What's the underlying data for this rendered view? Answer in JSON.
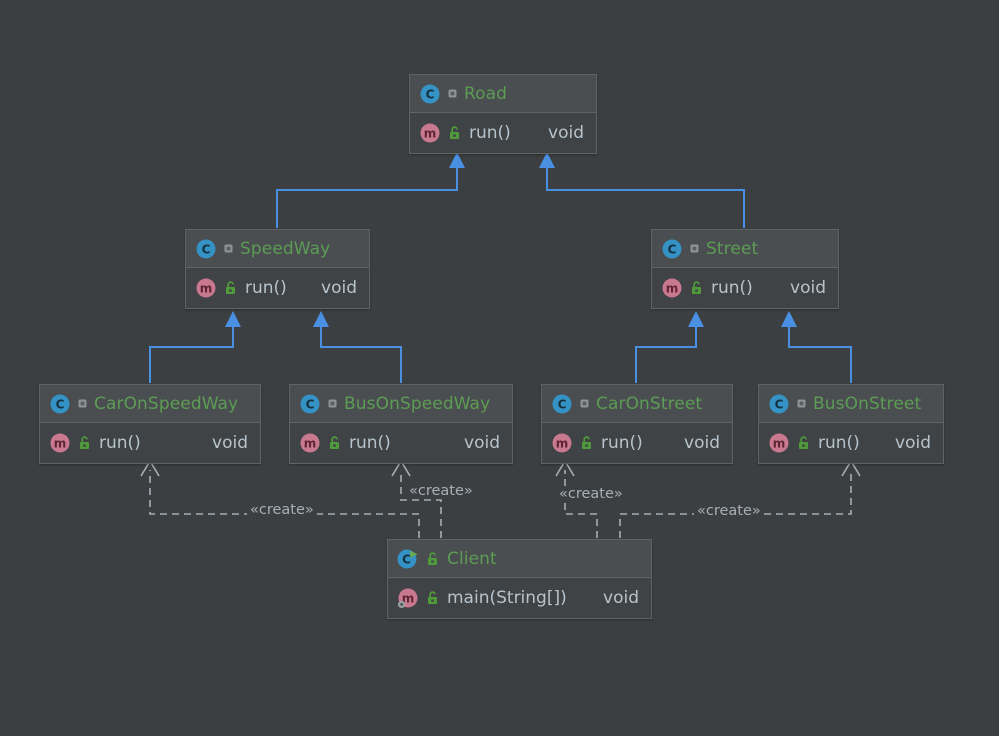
{
  "diagram": {
    "kind": "uml-class-diagram",
    "background_color": "#3c3f41",
    "box_header_color": "#4a4e50",
    "box_body_color": "#3f4345",
    "box_border_color": "#5e6366",
    "class_name_color": "#5c9c54",
    "member_text_color": "#b7c3cc",
    "inheritance_color": "#4a90e2",
    "dependency_color": "#a7afb5",
    "classes": [
      {
        "id": "road",
        "name": "Road",
        "icon": "class-icon",
        "marker": "abstract-dot-icon",
        "members": [
          {
            "icon": "method-icon",
            "visibility": "public-unlocked-icon",
            "signature": "run()",
            "type": "void"
          }
        ]
      },
      {
        "id": "speedway",
        "name": "SpeedWay",
        "icon": "class-icon",
        "marker": "abstract-dot-icon",
        "members": [
          {
            "icon": "method-icon",
            "visibility": "public-unlocked-icon",
            "signature": "run()",
            "type": "void"
          }
        ]
      },
      {
        "id": "street",
        "name": "Street",
        "icon": "class-icon",
        "marker": "abstract-dot-icon",
        "members": [
          {
            "icon": "method-icon",
            "visibility": "public-unlocked-icon",
            "signature": "run()",
            "type": "void"
          }
        ]
      },
      {
        "id": "car-on-speedway",
        "name": "CarOnSpeedWay",
        "icon": "class-icon",
        "marker": "abstract-dot-icon",
        "members": [
          {
            "icon": "method-icon",
            "visibility": "public-unlocked-icon",
            "signature": "run()",
            "type": "void"
          }
        ]
      },
      {
        "id": "bus-on-speedway",
        "name": "BusOnSpeedWay",
        "icon": "class-icon",
        "marker": "abstract-dot-icon",
        "members": [
          {
            "icon": "method-icon",
            "visibility": "public-unlocked-icon",
            "signature": "run()",
            "type": "void"
          }
        ]
      },
      {
        "id": "car-on-street",
        "name": "CarOnStreet",
        "icon": "class-icon",
        "marker": "abstract-dot-icon",
        "members": [
          {
            "icon": "method-icon",
            "visibility": "public-unlocked-icon",
            "signature": "run()",
            "type": "void"
          }
        ]
      },
      {
        "id": "bus-on-street",
        "name": "BusOnStreet",
        "icon": "class-icon",
        "marker": "abstract-dot-icon",
        "members": [
          {
            "icon": "method-icon",
            "visibility": "public-unlocked-icon",
            "signature": "run()",
            "type": "void"
          }
        ]
      },
      {
        "id": "client",
        "name": "Client",
        "icon": "runnable-class-icon",
        "marker": "public-unlocked-icon",
        "members": [
          {
            "icon": "runnable-method-icon",
            "visibility": "public-unlocked-icon",
            "signature": "main(String[])",
            "type": "void"
          }
        ]
      }
    ],
    "relations": [
      {
        "type": "generalization",
        "from": "speedway",
        "to": "road",
        "label": ""
      },
      {
        "type": "generalization",
        "from": "street",
        "to": "road",
        "label": ""
      },
      {
        "type": "generalization",
        "from": "car-on-speedway",
        "to": "speedway",
        "label": ""
      },
      {
        "type": "generalization",
        "from": "bus-on-speedway",
        "to": "speedway",
        "label": ""
      },
      {
        "type": "generalization",
        "from": "car-on-street",
        "to": "street",
        "label": ""
      },
      {
        "type": "generalization",
        "from": "bus-on-street",
        "to": "street",
        "label": ""
      },
      {
        "type": "dependency",
        "from": "client",
        "to": "car-on-speedway",
        "label": "«create»"
      },
      {
        "type": "dependency",
        "from": "client",
        "to": "bus-on-speedway",
        "label": "«create»"
      },
      {
        "type": "dependency",
        "from": "client",
        "to": "car-on-street",
        "label": "«create»"
      },
      {
        "type": "dependency",
        "from": "client",
        "to": "bus-on-street",
        "label": "«create»"
      }
    ]
  }
}
